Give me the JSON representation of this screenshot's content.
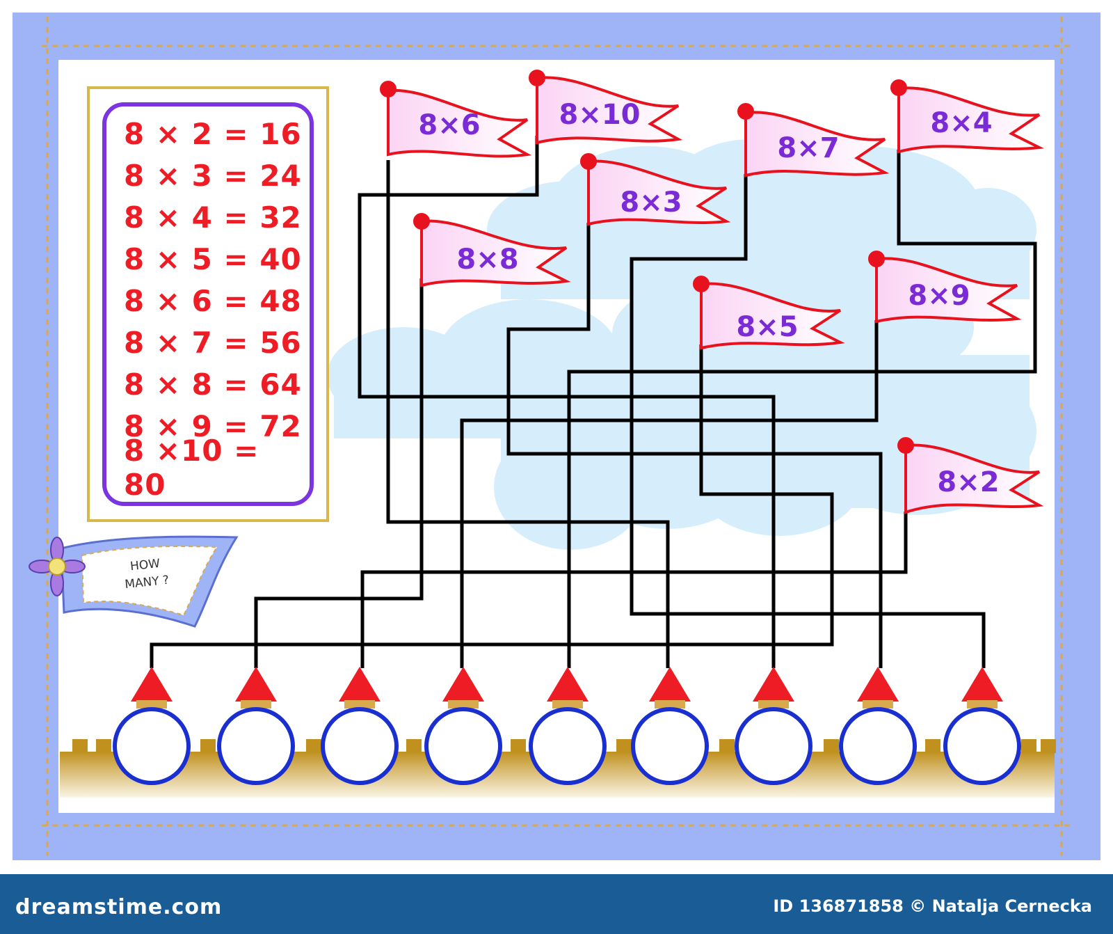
{
  "multiplication_table": [
    "8 × 2 = 16",
    "8 × 3 = 24",
    "8 × 4 = 32",
    "8 × 5 = 40",
    "8 × 6 = 48",
    "8 × 7 = 56",
    "8 × 8 = 64",
    "8 × 9 = 72",
    "8 ×10 = 80"
  ],
  "flags": [
    "8×6",
    "8×10",
    "8×7",
    "8×4",
    "8×3",
    "8×8",
    "8×5",
    "8×9",
    "8×2"
  ],
  "question": {
    "line1": "HOW",
    "line2": "MANY ?"
  },
  "answer_circles_count": 9,
  "footer": {
    "logo": "dreamstime.com",
    "id_credit": "ID 136871858 © Natalja Cernecka"
  },
  "colors": {
    "border": "#9eb4f6",
    "stitch": "#d9a94d",
    "table_text": "#ee1c25",
    "table_frame": "#7a35e0",
    "flag_text": "#7a2bd6",
    "flag_outline": "#e8121f",
    "circle": "#1a2fd0",
    "tower_roof": "#ee1c25",
    "wall": "#c99a2e",
    "footer_bg": "#1a5d96"
  }
}
